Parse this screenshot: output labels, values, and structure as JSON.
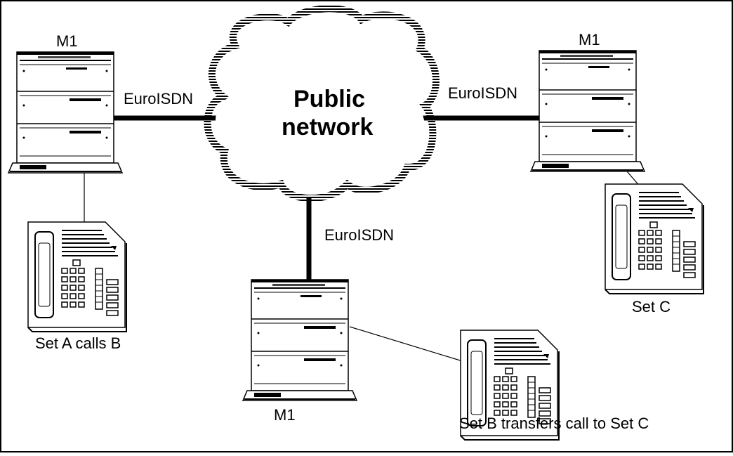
{
  "cloud": {
    "line1": "Public",
    "line2": "network"
  },
  "switches": {
    "left": {
      "label": "M1"
    },
    "right": {
      "label": "M1"
    },
    "bottom": {
      "label": "M1"
    }
  },
  "links": {
    "left": {
      "label": "EuroISDN"
    },
    "right": {
      "label": "EuroISDN"
    },
    "bottom": {
      "label": "EuroISDN"
    }
  },
  "phones": {
    "a": {
      "label": "Set A calls B"
    },
    "b": {
      "label": "Set B transfers call to Set C"
    },
    "c": {
      "label": "Set C"
    }
  }
}
